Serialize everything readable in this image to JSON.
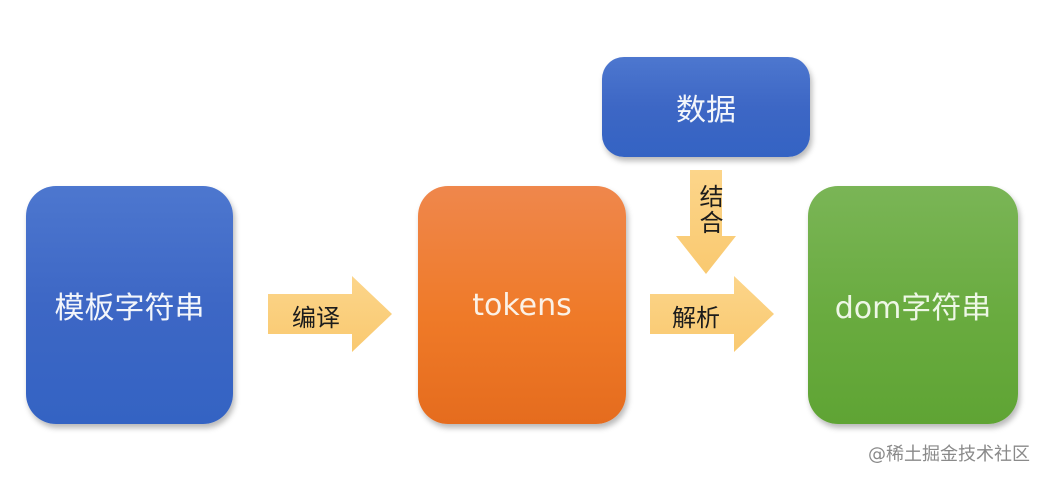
{
  "diagram": {
    "nodes": {
      "template_string": {
        "label": "模板字符串",
        "color": "#3d67c5"
      },
      "tokens": {
        "label": "tokens",
        "color": "#ef7a28"
      },
      "data": {
        "label": "数据",
        "color": "#3d67c5"
      },
      "dom_string": {
        "label": "dom字符串",
        "color": "#69ab3f"
      }
    },
    "edges": {
      "compile": {
        "label": "编译",
        "from": "模板字符串",
        "to": "tokens",
        "color": "#fcd17e"
      },
      "combine": {
        "label": "结合",
        "from": "数据",
        "to": "解析",
        "color": "#fcd17e"
      },
      "parse": {
        "label": "解析",
        "from": "tokens",
        "to": "dom字符串",
        "color": "#fcd17e"
      }
    }
  },
  "watermark": "@稀土掘金技术社区"
}
